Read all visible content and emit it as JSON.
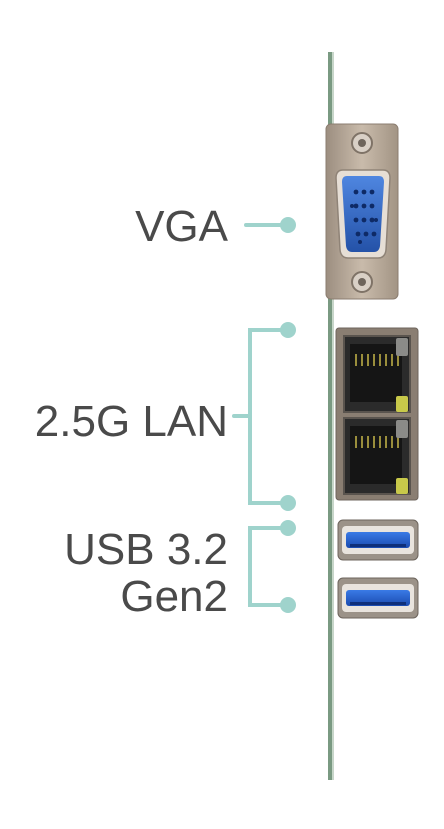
{
  "labels": {
    "vga": "VGA",
    "lan": "2.5G LAN",
    "usb_line1": "USB 3.2",
    "usb_line2": "Gen2"
  },
  "colors": {
    "connector_line": "#9fd3cc",
    "label_text": "#4a4a4a",
    "panel_edge": "#7a9a82",
    "vga_port": "#2f66c8",
    "usb_port": "#1f5fd0",
    "metal": "#b7a89a",
    "lan_led": "#c8c94a"
  },
  "icons": [
    "vga-port-icon",
    "rj45-port-icon",
    "usb-port-icon"
  ]
}
